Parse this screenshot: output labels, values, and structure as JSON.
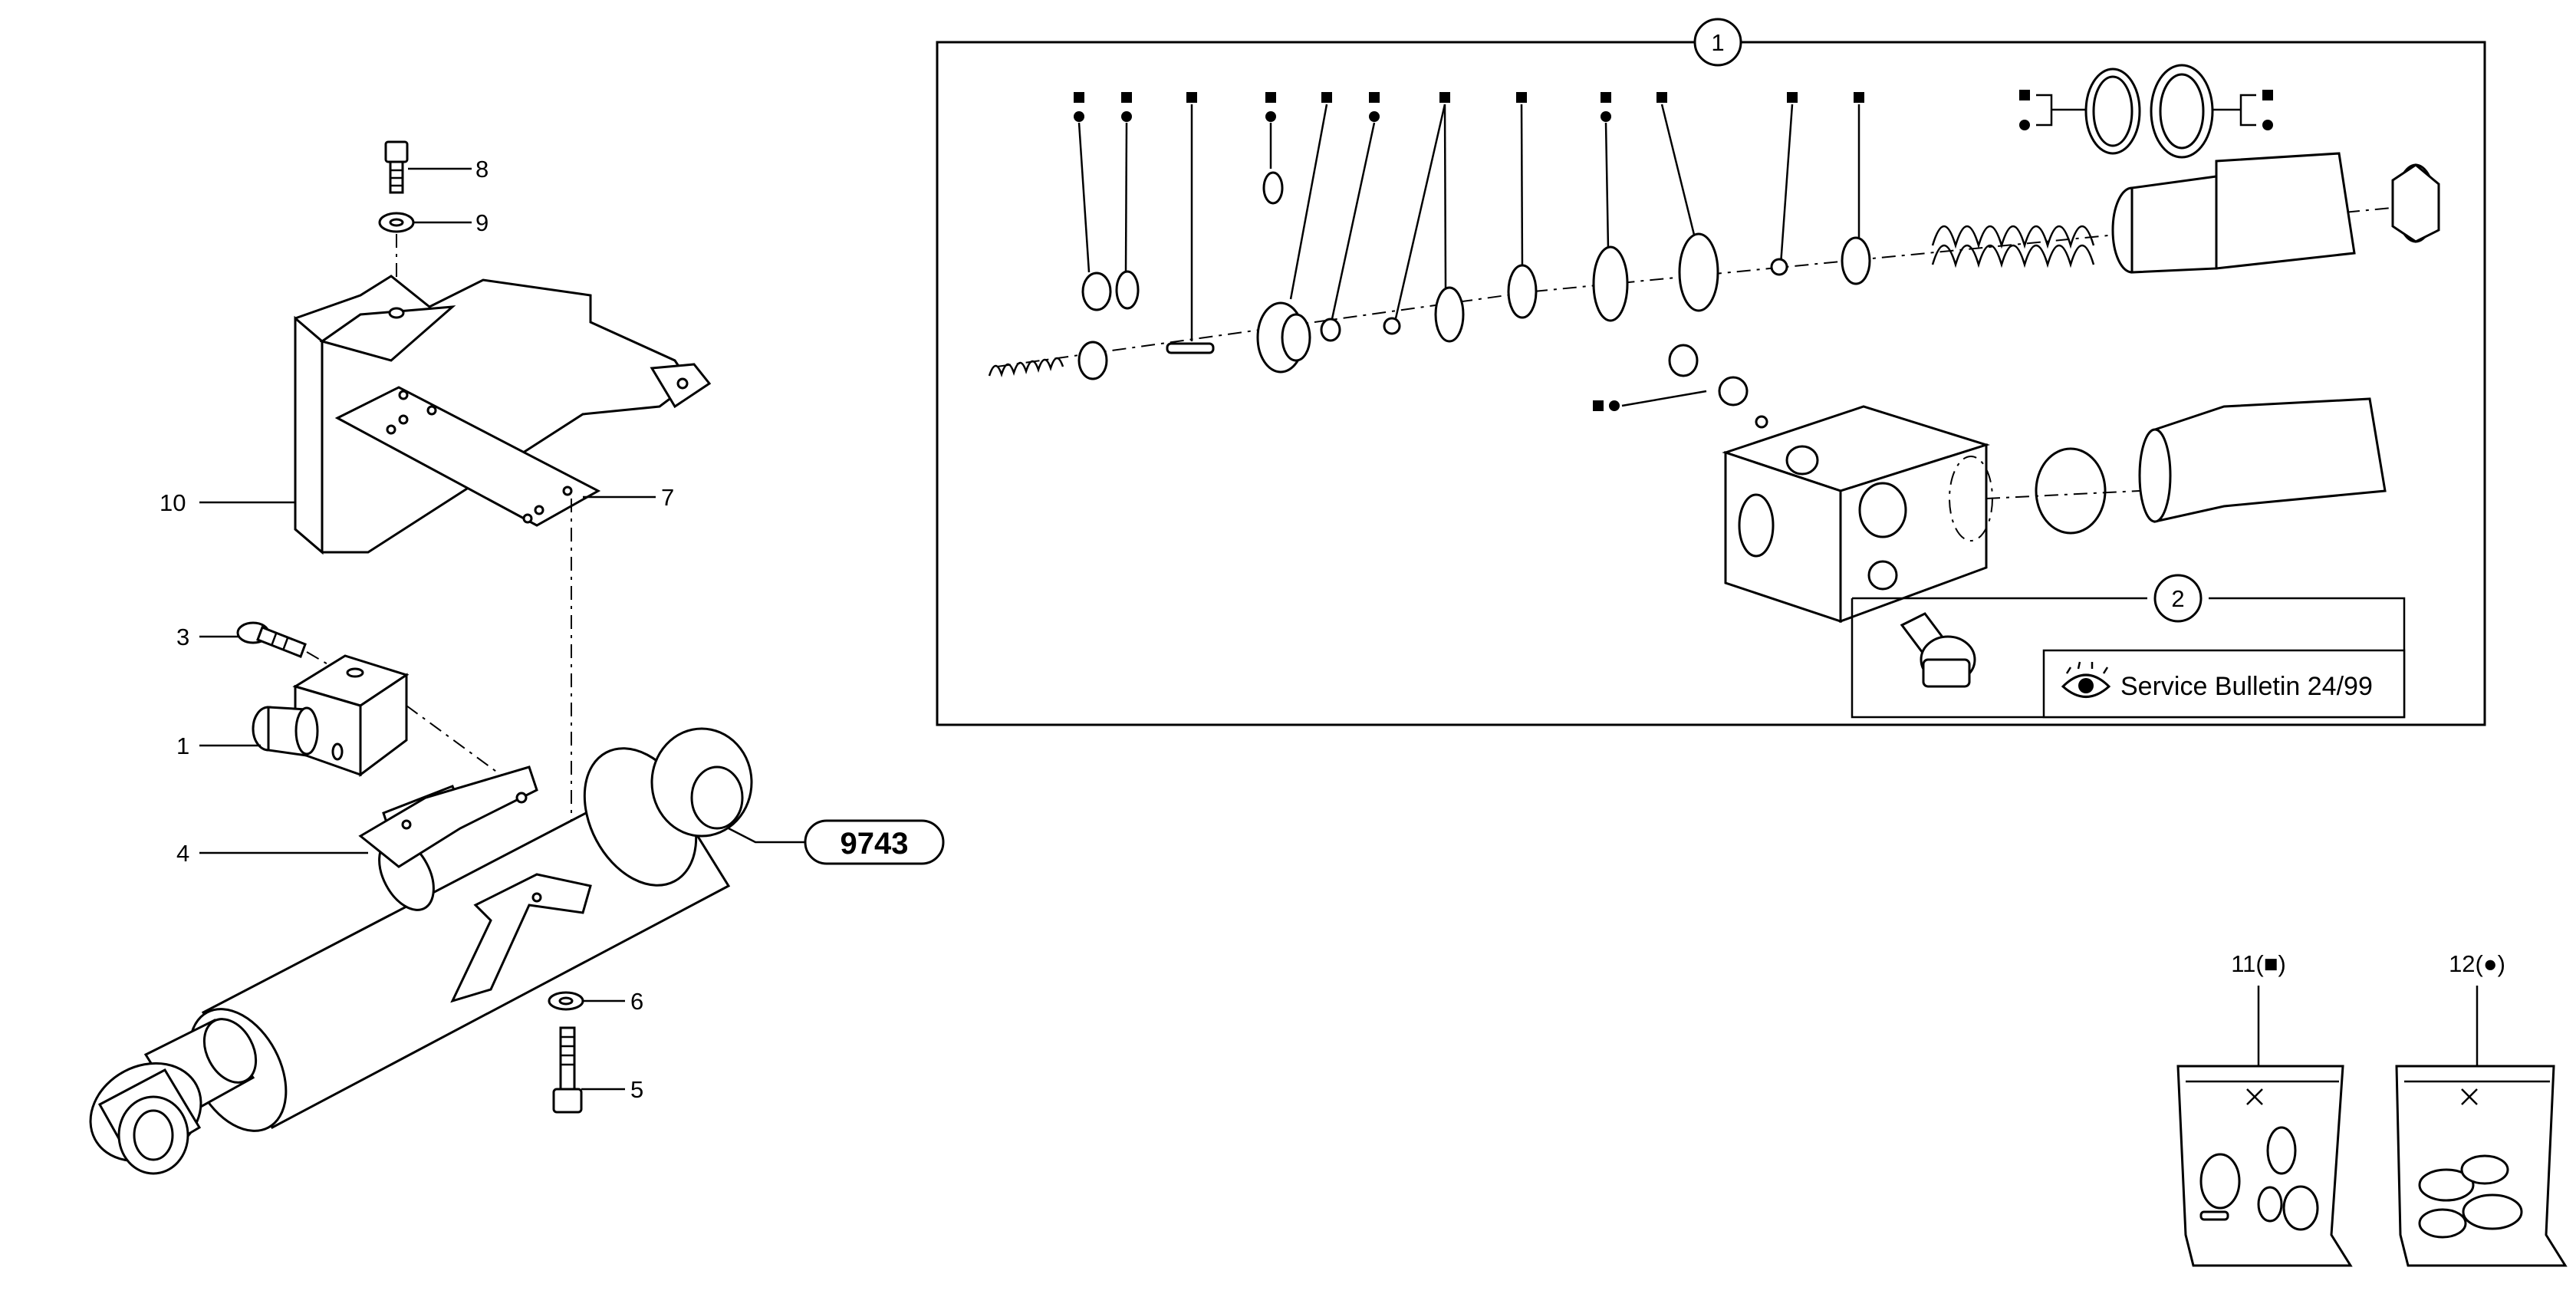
{
  "diagram": {
    "reference_code": "9743",
    "callouts": {
      "c1": "1",
      "c2": "2",
      "c3": "3",
      "c4": "4",
      "c5": "5",
      "c6": "6",
      "c7": "7",
      "c8": "8",
      "c9": "9",
      "c10": "10"
    },
    "detail_box": {
      "kit_circle_label": "1",
      "valve_circle_label": "2",
      "bulletin_text": "Service Bulletin 24/99",
      "bulletin_icon": "eye-icon"
    },
    "kits": [
      {
        "label": "11(■)",
        "marker": "square"
      },
      {
        "label": "12(●)",
        "marker": "dot"
      }
    ]
  }
}
